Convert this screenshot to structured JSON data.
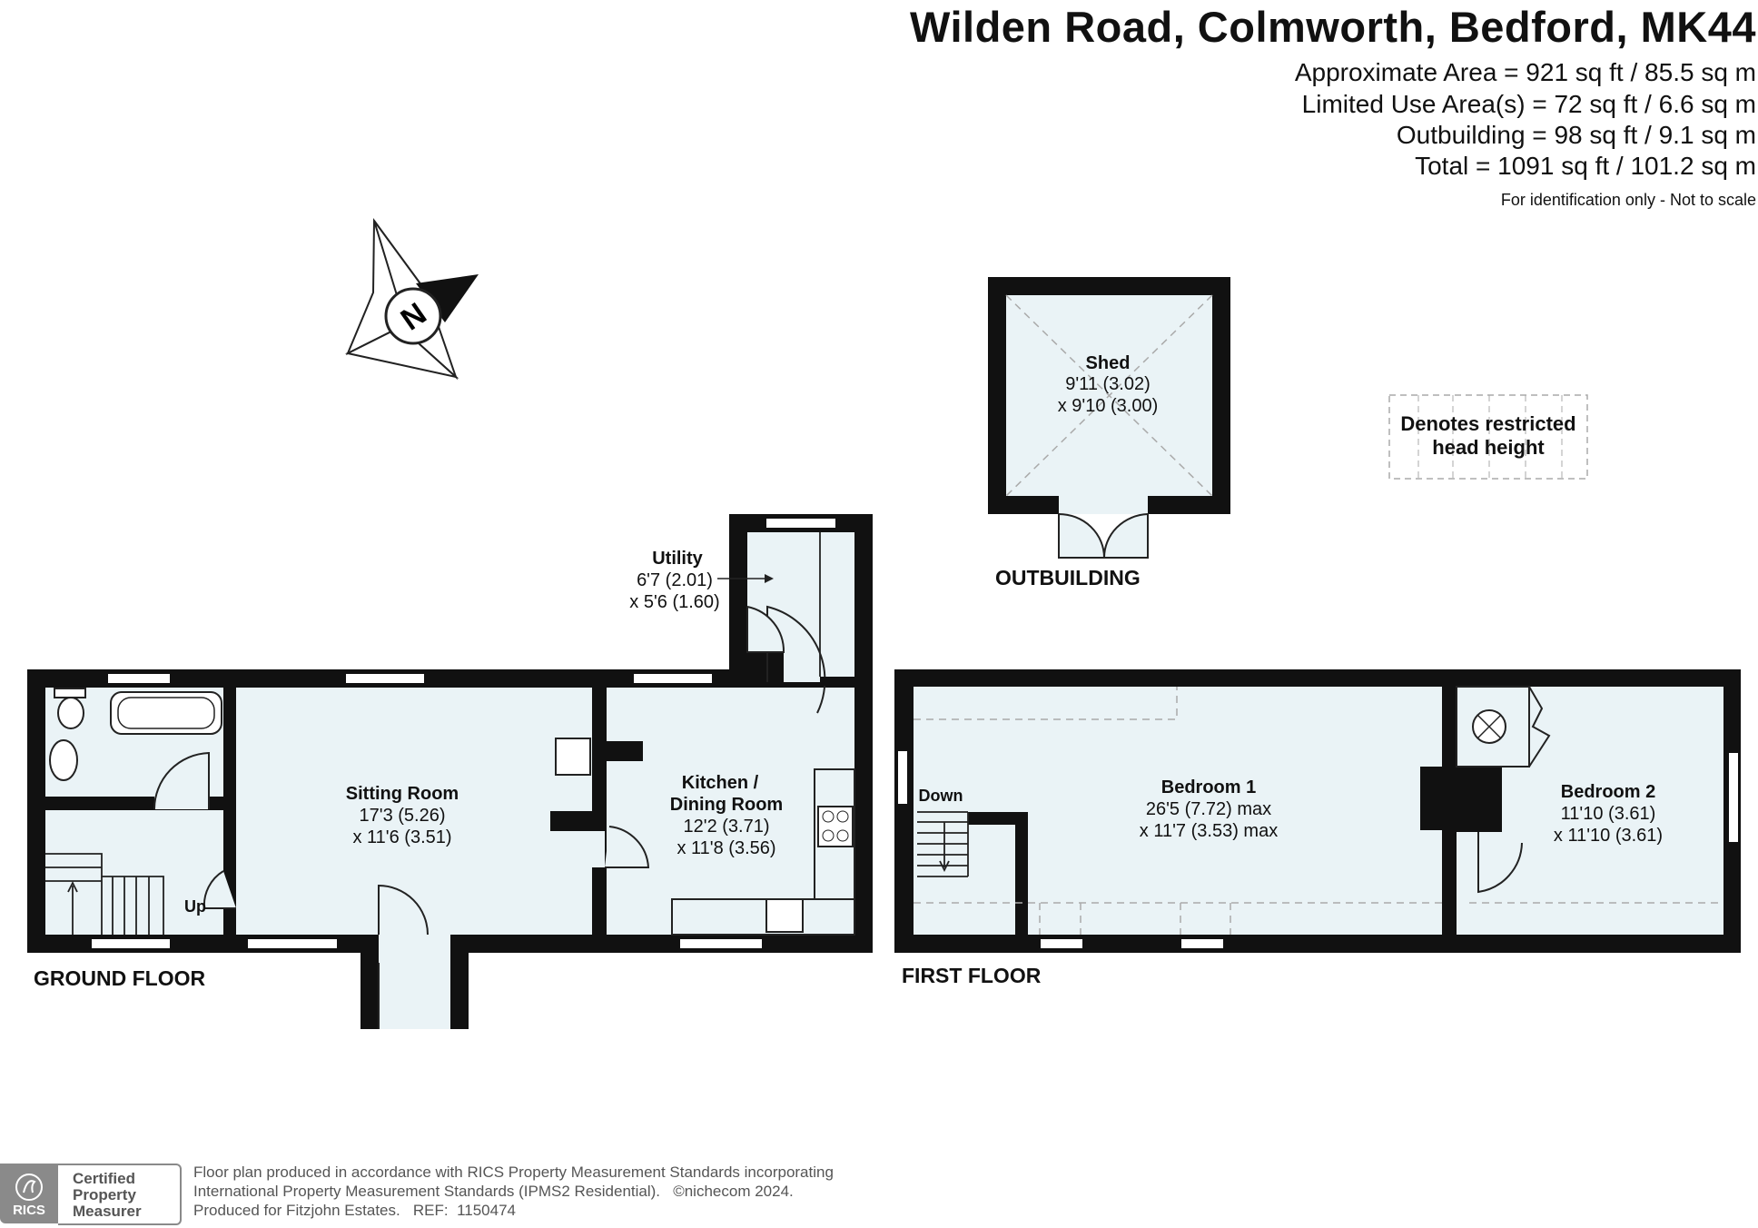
{
  "header": {
    "title": "Wilden Road, Colmworth, Bedford, MK44",
    "areas": [
      "Approximate Area = 921 sq ft / 85.5 sq m",
      "Limited Use Area(s) = 72 sq ft / 6.6 sq m",
      "Outbuilding = 98 sq ft / 9.1 sq m",
      "Total = 1091 sq ft / 101.2 sq m"
    ],
    "disclaimer": "For identification only - Not to scale"
  },
  "compass": {
    "letter": "N"
  },
  "legend": {
    "line1": "Denotes restricted",
    "line2": "head height"
  },
  "floors": {
    "ground": "GROUND FLOOR",
    "first": "FIRST FLOOR",
    "outbuilding": "OUTBUILDING"
  },
  "rooms": {
    "shed": {
      "name": "Shed",
      "dim1": "9'11 (3.02)",
      "dim2": "x 9'10 (3.00)"
    },
    "utility": {
      "name": "Utility",
      "dim1": "6'7 (2.01)",
      "dim2": "x 5'6 (1.60)"
    },
    "sitting": {
      "name": "Sitting Room",
      "dim1": "17'3 (5.26)",
      "dim2": "x 11'6 (3.51)"
    },
    "kitchen": {
      "name1": "Kitchen /",
      "name2": "Dining Room",
      "dim1": "12'2 (3.71)",
      "dim2": "x 11'8 (3.56)"
    },
    "bedroom1": {
      "name": "Bedroom 1",
      "dim1": "26'5 (7.72) max",
      "dim2": "x 11'7 (3.53) max"
    },
    "bedroom2": {
      "name": "Bedroom 2",
      "dim1": "11'10 (3.61)",
      "dim2": "x 11'10 (3.61)"
    }
  },
  "stairs": {
    "up": "Up",
    "down": "Down"
  },
  "footer": {
    "line1": "Floor plan produced in accordance with RICS Property Measurement Standards incorporating",
    "line2": "International Property Measurement Standards (IPMS2 Residential).   ©nichecom 2024.",
    "line3": "Produced for Fitzjohn Estates.   REF:  1150474",
    "badge": [
      "Certified",
      "Property",
      "Measurer"
    ],
    "logo": "RICS"
  },
  "colors": {
    "wall": "#111111",
    "floor": "#eaf3f6",
    "dash": "#aaaaaa"
  }
}
